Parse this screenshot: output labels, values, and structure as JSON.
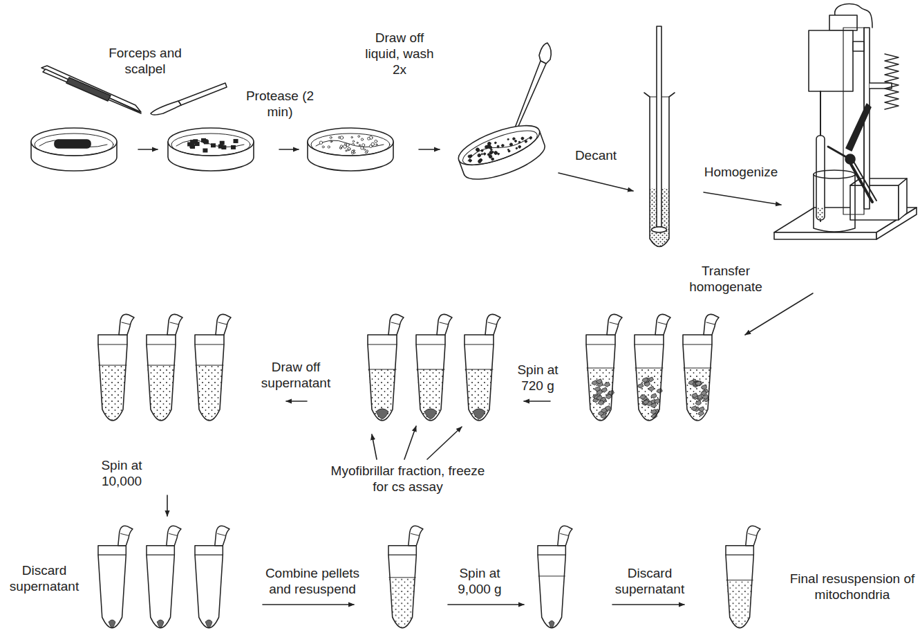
{
  "diagram": {
    "labels": [
      "Forceps and scalpel",
      "Protease (2 min)",
      "Draw off liquid, wash 2x",
      "Decant",
      "Homogenize",
      "Transfer homogenate",
      "Spin at 720 g",
      "Draw off supernatant",
      "Myofibrillar fraction, freeze for cs assay",
      "Spin at 10,000",
      "Discard supernatant",
      "Combine pellets and resuspend",
      "Spin at 9,000 g",
      "Discard supernatant",
      "Final resuspension of mitochondria"
    ]
  }
}
